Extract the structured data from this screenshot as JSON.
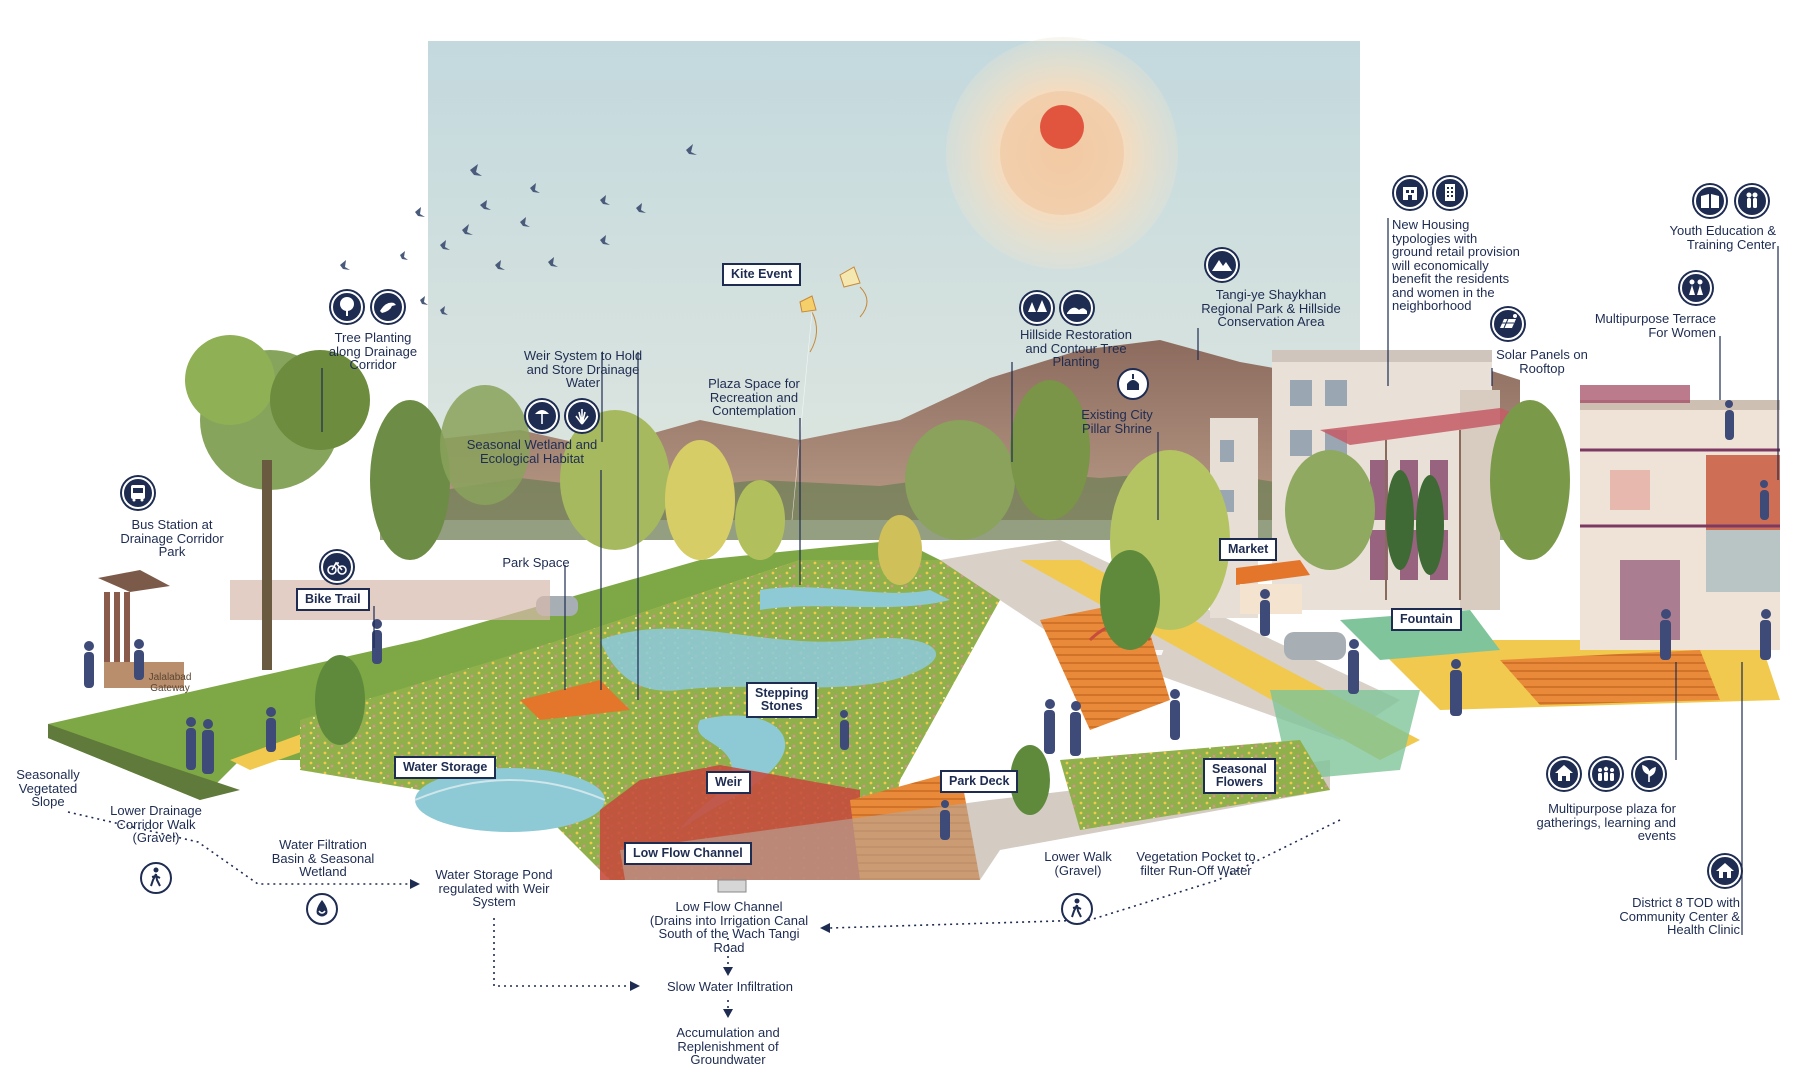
{
  "callouts": {
    "kite_event": "Kite Event",
    "bike_trail": "Bike Trail",
    "stepping_stones": "Stepping\nStones",
    "water_storage": "Water Storage",
    "weir": "Weir",
    "park_deck": "Park Deck",
    "low_flow_channel": "Low Flow Channel",
    "market": "Market",
    "fountain": "Fountain",
    "seasonal_flowers": "Seasonal\nFlowers"
  },
  "annotations": {
    "tree_planting": "Tree Planting\nalong Drainage\nCorridor",
    "bus_station": "Bus Station at\nDrainage Corridor\nPark",
    "weir_system": "Weir System to Hold\nand Store Drainage\nWater",
    "plaza_space": "Plaza Space for\nRecreation and\nContemplation",
    "seasonal_wetland": "Seasonal Wetland and\nEcological Habitat",
    "park_space": "Park Space",
    "hillside_restoration": "Hillside Restoration\nand Contour Tree\nPlanting",
    "tangi_park": "Tangi-ye Shaykhan\nRegional Park & Hillside\nConservation Area",
    "existing_shrine": "Existing City\nPillar Shrine",
    "new_housing": "New Housing\ntypologies with\nground retail provision\nwill economically\nbenefit the residents\nand women in the\nneighborhood",
    "solar_panels": "Solar Panels on\nRooftop",
    "youth_education": "Youth Education &\nTraining Center",
    "multipurpose_terrace": "Multipurpose Terrace\nFor Women",
    "multipurpose_plaza": "Multipurpose plaza for\ngatherings, learning and\nevents",
    "district_tod": "District 8 TOD with\nCommunity Center &\nHealth Clinic",
    "seasonally_vegetated": "Seasonally\nVegetated\nSlope",
    "lower_drainage_walk": "Lower Drainage\nCorridor Walk\n(Gravel)",
    "water_filtration": "Water Filtration\nBasin & Seasonal\nWetland",
    "water_storage_pond": "Water Storage Pond\nregulated with Weir\nSystem",
    "low_flow_channel_note": "Low Flow Channel\n(Drains into Irrigation Canal\nSouth of the Wach Tangi\nRoad",
    "slow_infiltration": "Slow Water Infiltration",
    "accumulation": "Accumulation and\nReplenishment of\nGroundwater",
    "lower_walk": "Lower Walk\n(Gravel)",
    "vegetation_pocket": "Vegetation Pocket to\nfilter Run-Off Water"
  },
  "signage": {
    "gateway": "Jalalabad\nGateway"
  },
  "icons": [
    "tree-icon",
    "bird-icon",
    "bus-icon",
    "bicycle-icon",
    "wetland-icon",
    "wetland-grass-icon",
    "forest-icon",
    "hills-icon",
    "mountain-icon",
    "shrine-icon",
    "housing-icon",
    "building-icon",
    "solar-panel-icon",
    "book-icon",
    "family-icon",
    "women-icon",
    "community-icon",
    "people-icon",
    "plant-icon",
    "home-icon",
    "pedestrian-icon",
    "water-drop-icon"
  ],
  "colors": {
    "ink": "#1e2c52",
    "sky": "#c9dde0",
    "sun": "#e1553f",
    "sun_halo": "#f2d9b8",
    "mountain": "#9b7a68",
    "grass": "#8fb04a",
    "path": "#f0c94e",
    "water": "#8ec9d6",
    "deck": "#e4762c",
    "building": "#e7ded6",
    "purple": "#7c3a62"
  }
}
